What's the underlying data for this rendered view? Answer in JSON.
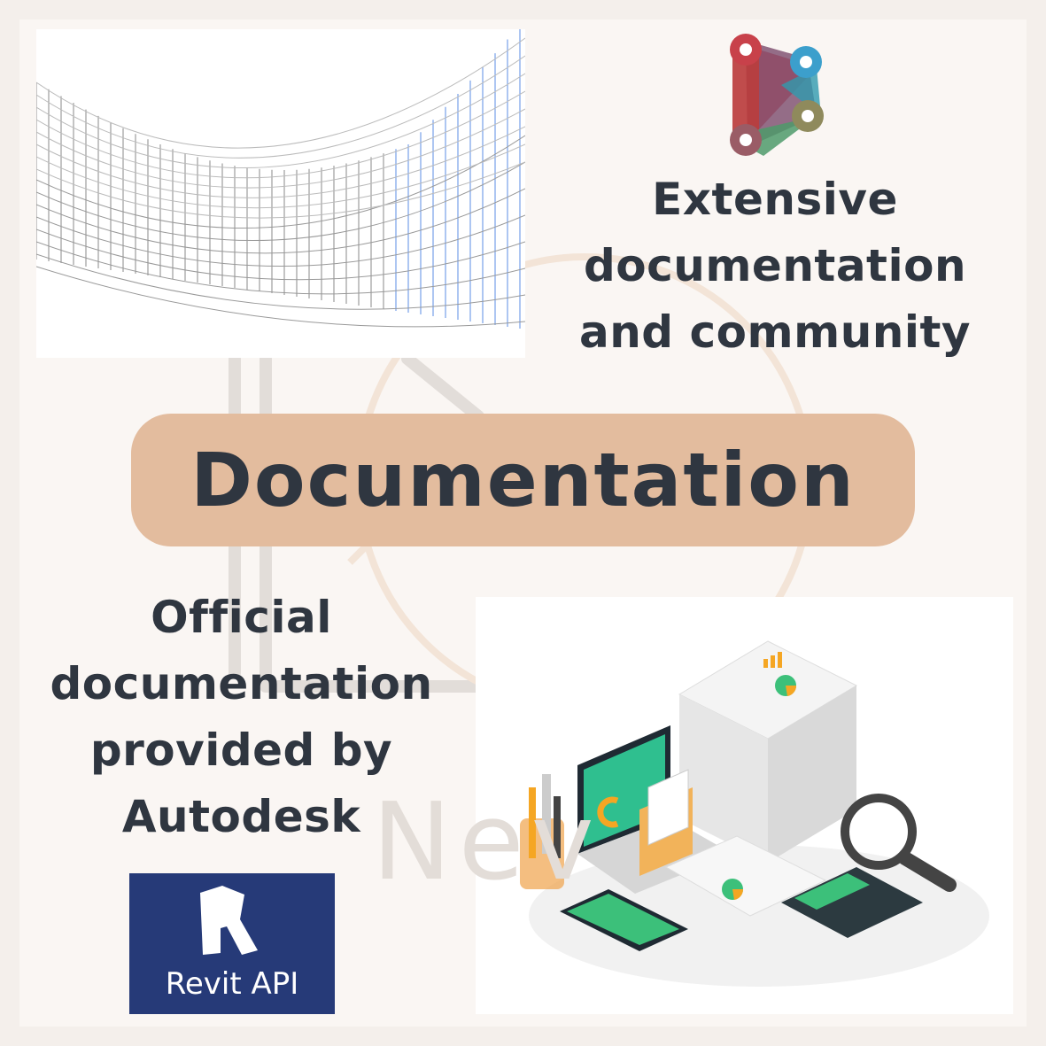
{
  "top_right": {
    "lines": [
      "Extensive",
      "documentation",
      "and community"
    ]
  },
  "banner": {
    "title": "Documentation"
  },
  "bottom_left": {
    "lines": [
      "Official",
      "documentation",
      "provided by",
      "Autodesk"
    ]
  },
  "revit_logo": {
    "label": "Revit API"
  },
  "watermark": {
    "text": "Nev"
  },
  "colors": {
    "background": "#faf6f3",
    "banner": "#e3bc9e",
    "text": "#2f3640",
    "revit": "#263a78"
  }
}
